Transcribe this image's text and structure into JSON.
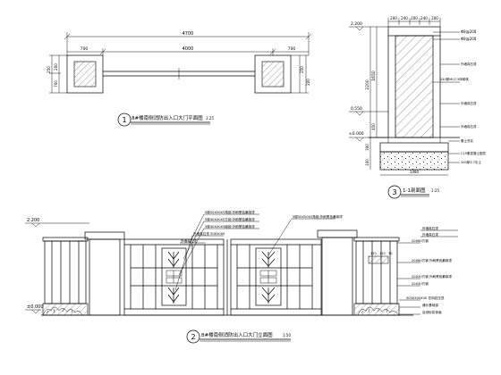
{
  "plan": {
    "title": "8#楼南侧消防出入口大门平面图",
    "scale": "1:25",
    "index": "1",
    "dim_overall": "4700",
    "dim_inner": "4000",
    "dim_left_col": "700",
    "dim_right_col": "700",
    "dim_left_side_a": "250",
    "dim_left_side_b": "200",
    "dim_right_side_a": "250",
    "dim_right_side_b": "200",
    "dim_side_total": "700"
  },
  "section": {
    "title": "1-1剖面图",
    "scale": "1:25",
    "index": "3",
    "top_level": "2.200",
    "mid_level": "0.550",
    "ground_level": "±0.000",
    "top_dims": [
      "200",
      "240",
      "200",
      "240",
      "200"
    ],
    "dim_height_total": "2200",
    "dim_height_body": "1650",
    "dim_base": "450",
    "dim_foundation": "300",
    "dim_bed": "100",
    "dim_bottom": "1080",
    "notes": [
      "Φ8@200",
      "Φ8@200",
      "240厚MU7.5砖砌体",
      "外墙真石漆",
      "外墙真石漆",
      "外墙真石漆",
      "素土夯实",
      "C15素混凝土垫层",
      "300厚3:7灰土"
    ]
  },
  "elevation": {
    "title": "8#楼南侧消防出入口大门立面图",
    "scale": "1:50",
    "index": "2",
    "top_level": "2.200",
    "ground_level": "±0.000",
    "left_notes": [
      "5厚50X50X5角钢 外刷黑色氟碳漆",
      "5厚40X40X5方钢 外刷黑色氟碳漆",
      "5厚40X40X5扁钢 外刷黑色氟碳漆",
      "外墙真石漆 50X50X5",
      "外墙真石漆"
    ],
    "center_note": "5厚50X50X5角钢 外刷黑色氟碳漆",
    "right_notes": [
      "外墙真石漆",
      "外墙真石漆",
      "20X60方钢",
      "20X60方钢 外刷黑色氟碳漆",
      "20X30方钢 外刷黑色氟碳漆",
      "20X30方钢",
      "500X500X40 花岗岩压顶",
      "通长基础梁",
      "自然砂浆抹面"
    ],
    "right_dims": [
      "120",
      "120",
      "30"
    ]
  }
}
